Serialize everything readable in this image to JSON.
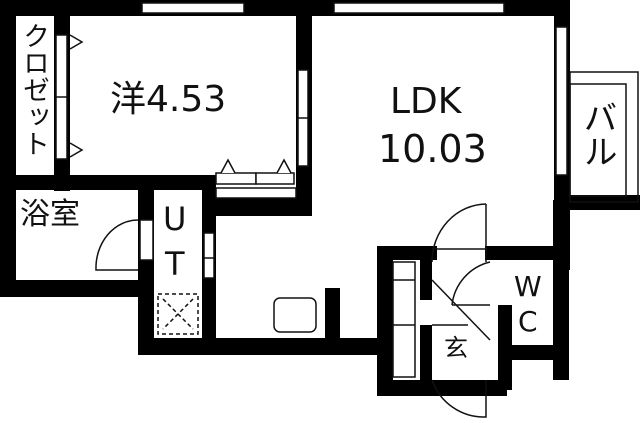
{
  "rooms": {
    "closet": {
      "label": "クロゼット"
    },
    "western": {
      "label": "洋4.53",
      "type": "洋",
      "area": "4.53"
    },
    "ldk": {
      "label_line1": "LDK",
      "label_line2": "10.03",
      "area": "10.03"
    },
    "balcony": {
      "label": "バル"
    },
    "bath": {
      "label": "浴室"
    },
    "utility": {
      "label_line1": "U",
      "label_line2": "T"
    },
    "wc": {
      "label_line1": "W",
      "label_line2": "C"
    },
    "entrance": {
      "label": "玄"
    }
  },
  "colors": {
    "wall": "#000000",
    "background": "#ffffff",
    "line": "#111111"
  }
}
